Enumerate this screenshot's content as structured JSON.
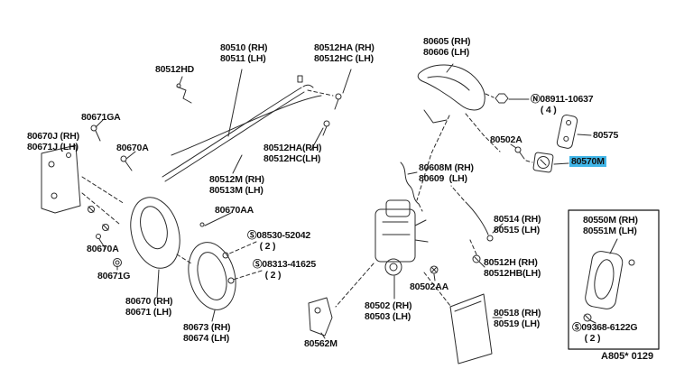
{
  "diagram": {
    "title": "Door lock & handle exploded parts diagram",
    "sheet_code": "A805* 0129",
    "highlighted_part": "80570M",
    "highlight_color": "#41b6e8"
  },
  "labels": [
    {
      "name": "80512HD",
      "text": "80512HD"
    },
    {
      "name": "80510-80511",
      "text": "80510 (RH)\n80511 (LH)"
    },
    {
      "name": "80512HA-top",
      "text": "80512HA (RH)\n80512HC (LH)"
    },
    {
      "name": "80605-80606",
      "text": "80605 (RH)\n80606 (LH)"
    },
    {
      "name": "N08911-10637",
      "text": "Ⓝ08911-10637\n    ( 4 )"
    },
    {
      "name": "80671GA",
      "text": "80671GA"
    },
    {
      "name": "80670J-80671J",
      "text": "80670J (RH)\n80671J (LH)"
    },
    {
      "name": "80670A-upper",
      "text": "80670A"
    },
    {
      "name": "80502A",
      "text": "80502A"
    },
    {
      "name": "80575",
      "text": "80575"
    },
    {
      "name": "80570M",
      "text": "80570M"
    },
    {
      "name": "80512HA-mid",
      "text": "80512HA(RH)\n80512HC(LH)"
    },
    {
      "name": "80608M-80609",
      "text": "80608M (RH)\n80609  (LH)"
    },
    {
      "name": "80512M-80513M",
      "text": "80512M (RH)\n80513M (LH)"
    },
    {
      "name": "80670AA",
      "text": "80670AA"
    },
    {
      "name": "80514-80515",
      "text": "80514 (RH)\n80515 (LH)"
    },
    {
      "name": "80550M-80551M",
      "text": "80550M (RH)\n80551M (LH)"
    },
    {
      "name": "S08530-52042",
      "text": "Ⓢ08530-52042\n     ( 2 )"
    },
    {
      "name": "80670A-lower",
      "text": "80670A"
    },
    {
      "name": "80512H-80512HB",
      "text": "80512H (RH)\n80512HB(LH)"
    },
    {
      "name": "S08313-41625",
      "text": "Ⓢ08313-41625\n     ( 2 )"
    },
    {
      "name": "80671G",
      "text": "80671G"
    },
    {
      "name": "80502AA",
      "text": "80502AA"
    },
    {
      "name": "80670-80671",
      "text": "80670 (RH)\n80671 (LH)"
    },
    {
      "name": "80502-80503",
      "text": "80502 (RH)\n80503 (LH)"
    },
    {
      "name": "80518-80519",
      "text": "80518 (RH)\n80519 (LH)"
    },
    {
      "name": "80673-80674",
      "text": "80673 (RH)\n80674 (LH)"
    },
    {
      "name": "S09368-6122G",
      "text": "Ⓢ09368-6122G\n     ( 2 )"
    },
    {
      "name": "80562M",
      "text": "80562M"
    }
  ]
}
